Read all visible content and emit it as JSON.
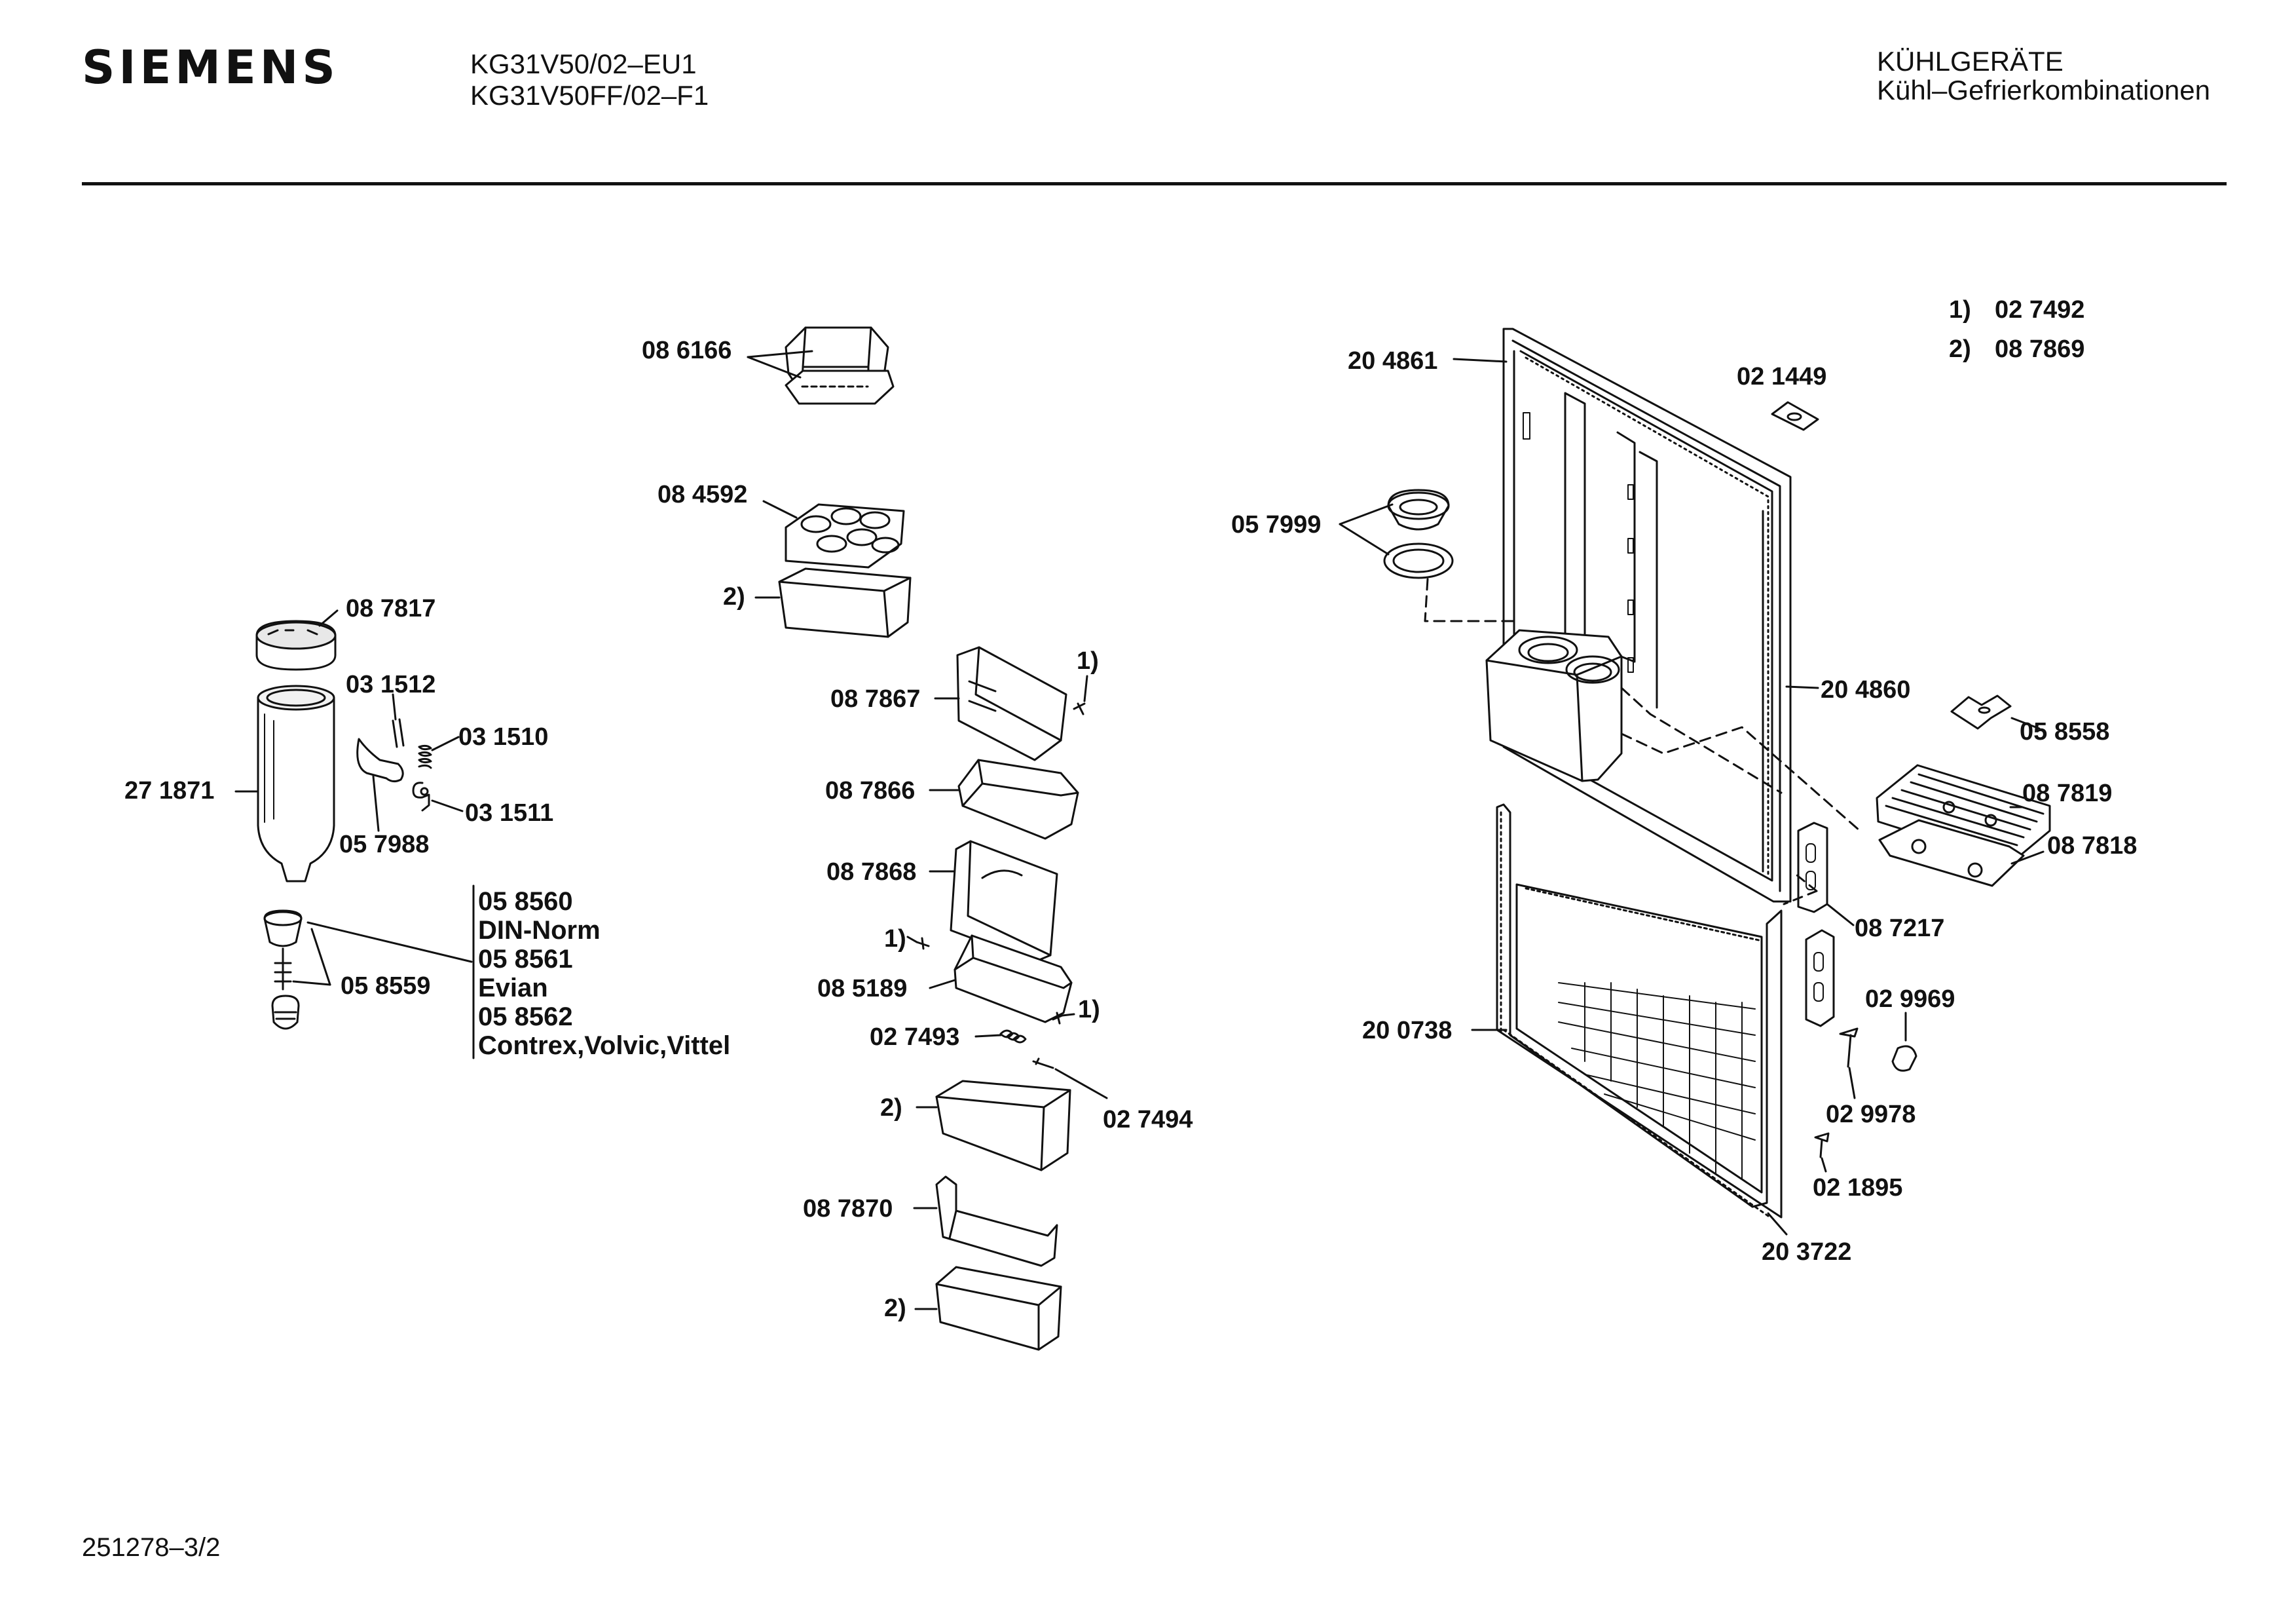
{
  "header": {
    "brand": "SIEMENS",
    "model_line_1": "KG31V50/02–EU1",
    "model_line_2": "KG31V50FF/02–F1",
    "category_line_1": "KÜHLGERÄTE",
    "category_line_2": "Kühl–Gefrierkombinationen"
  },
  "footnotes": [
    {
      "marker": "1)",
      "part": "02 7492"
    },
    {
      "marker": "2)",
      "part": "08 7869"
    }
  ],
  "bottle_variants": [
    "05 8560",
    "DIN-Norm",
    "05 8561",
    "Evian",
    "05 8562",
    "Contrex,Volvic,Vittel"
  ],
  "labels": {
    "p086166": "08 6166",
    "p084592": "08 4592",
    "m2a": "2)",
    "p087817": "08 7817",
    "p031512": "03 1512",
    "p031510": "03 1510",
    "p271871": "27 1871",
    "p031511": "03 1511",
    "p057988": "05 7988",
    "p058559": "05 8559",
    "m1a": "1)",
    "p087867": "08 7867",
    "p087866": "08 7866",
    "p087868": "08 7868",
    "m1b": "1)",
    "p085189": "08 5189",
    "m1c": "1)",
    "p027493": "02 7493",
    "p027494": "02 7494",
    "m2b": "2)",
    "p087870": "08 7870",
    "m2c": "2)",
    "p204861": "20 4861",
    "p021449": "02 1449",
    "p057999": "05 7999",
    "p204860": "20 4860",
    "p058558": "05 8558",
    "p087819": "08 7819",
    "p087818": "08 7818",
    "p087217": "08 7217",
    "p200738": "20 0738",
    "p029969": "02 9969",
    "p029978": "02 9978",
    "p021895": "02 1895",
    "p203722": "20 3722"
  },
  "footer": {
    "doc_number": "251278–3/2"
  }
}
